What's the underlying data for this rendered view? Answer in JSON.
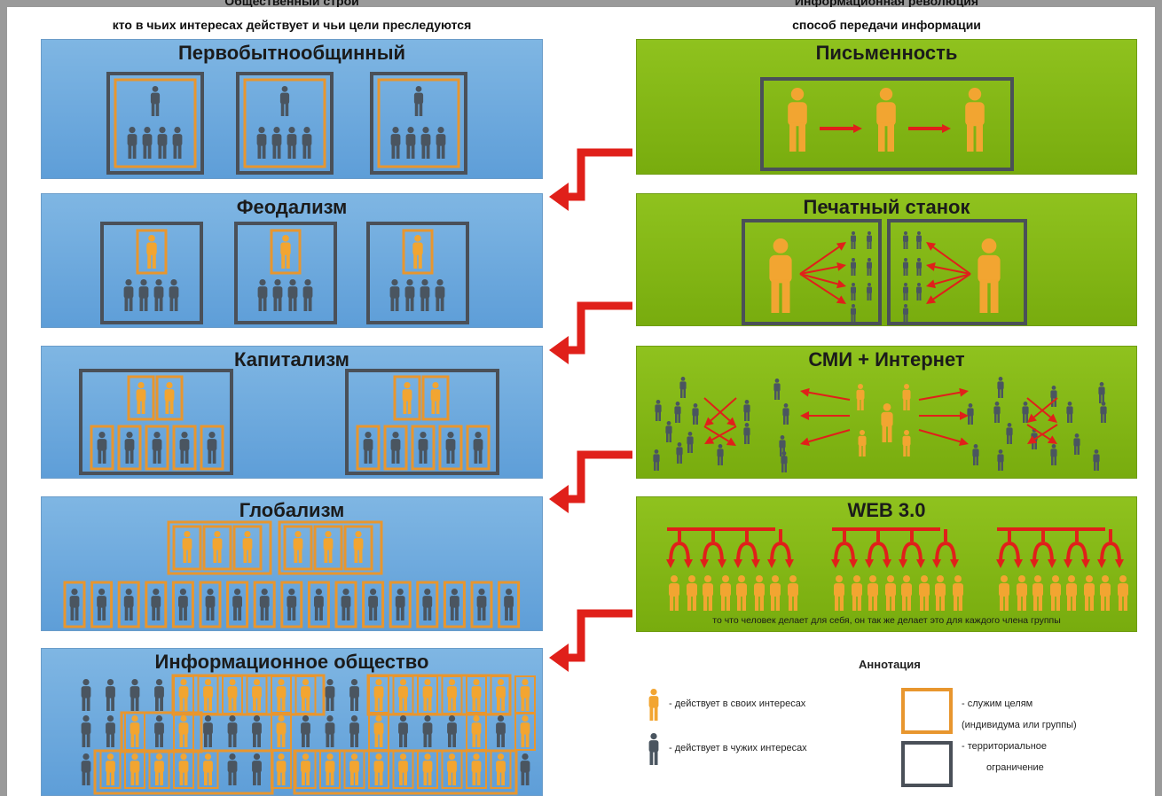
{
  "header": {
    "left_title": "Общественный строй",
    "left_subtitle": "кто в чьих интересах действует и чьи цели преследуются",
    "right_title": "Информационная революция",
    "right_subtitle": "способ передачи информации"
  },
  "left_panels": [
    {
      "title": "Первобытнообщинный"
    },
    {
      "title": "Феодализм"
    },
    {
      "title": "Капитализм"
    },
    {
      "title": "Глобализм"
    },
    {
      "title": "Информационное общество"
    }
  ],
  "right_panels": [
    {
      "title": "Письменность"
    },
    {
      "title": "Печатный станок"
    },
    {
      "title": "СМИ + Интернет"
    },
    {
      "title": "WEB 3.0",
      "caption": "то что человек делает для себя, он так же делает это для каждого члена группы"
    }
  ],
  "legend": {
    "title": "Аннотация",
    "own_interest": "- действует в своих интересах",
    "others_interest": "- действует в чужих интересах",
    "serve_goals_1": "- служим целям",
    "serve_goals_2": "(индивидума или группы)",
    "territorial_1": "- территориальное",
    "territorial_2": "ограничение"
  },
  "icons": [
    "person-icon",
    "arrow-icon",
    "frame-icon"
  ],
  "colors": {
    "blue_panel": "#6aa8de",
    "green_panel": "#82b716",
    "person_gold": "#f2a531",
    "person_gray": "#4a5560",
    "frame_orange": "#e8962e",
    "frame_dark": "#4a5058",
    "arrow_red": "#e0201a"
  }
}
